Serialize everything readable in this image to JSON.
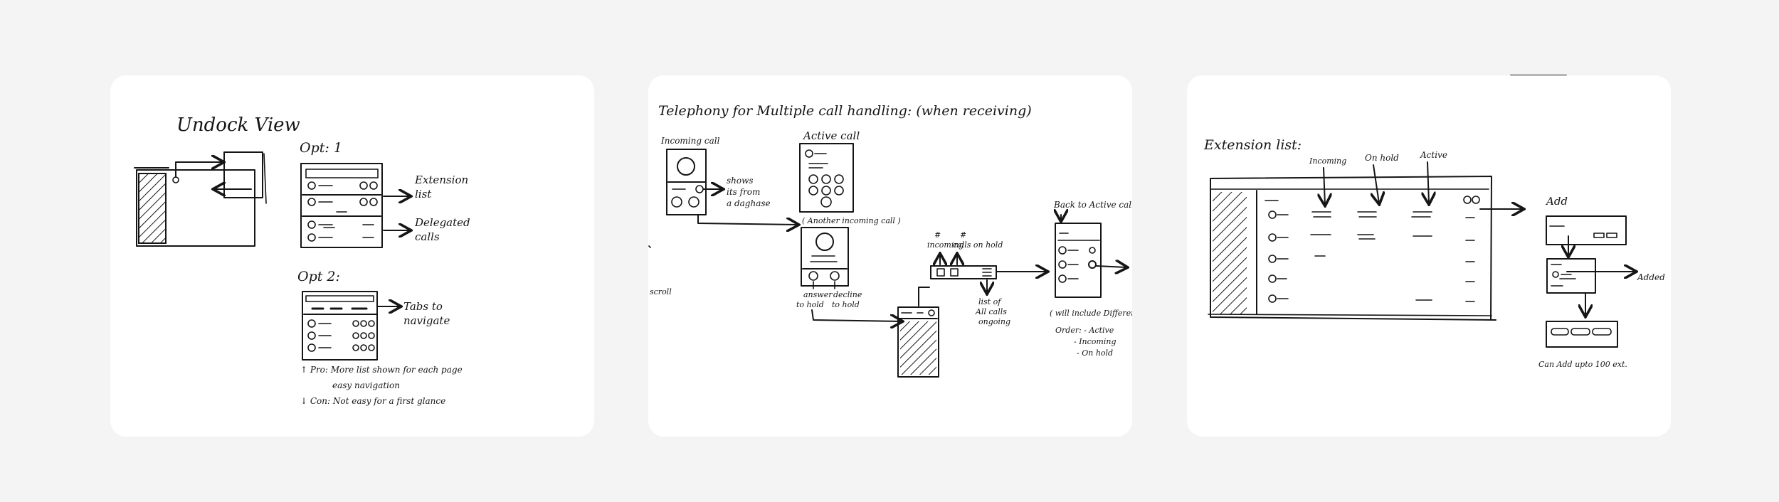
{
  "boards": [
    {
      "title": "Undock View",
      "opt1": {
        "heading": "Opt: 1",
        "label_extension": [
          "Extension",
          "list"
        ],
        "label_delegated": [
          "Delegated",
          "calls"
        ]
      },
      "opt2": {
        "heading": "Opt 2:",
        "label_tabs": [
          "Tabs to",
          "navigate"
        ],
        "pro": [
          "↑ Pro: More list shown for each page",
          "easy navigation"
        ],
        "con": "↓ Con: Not easy for a first glance"
      }
    },
    {
      "title": "Telephony for Multiple call handling: (when receiving)",
      "incoming_call": "Incoming call",
      "shows_from": [
        "shows",
        "its from",
        "a daghase"
      ],
      "active_call": "Active call",
      "another_incoming": "( Another incoming call )",
      "answer_hold": [
        "answer",
        "to hold"
      ],
      "decline_hold": [
        "decline",
        "to hold"
      ],
      "num_incoming": [
        "#",
        "incoming"
      ],
      "num_onhold": [
        "#",
        "calls on hold"
      ],
      "list_of_calls": [
        "list of",
        "All calls",
        "ongoing"
      ],
      "scroll": "scroll",
      "back_to_active": "Back to Active call",
      "will_include": "( will include Different",
      "order": [
        "Order: - Active",
        "- Incoming",
        "- On hold"
      ]
    },
    {
      "title": "Extension list:",
      "col_incoming": "Incoming",
      "col_onhold": "On hold",
      "col_active": "Active",
      "add": "Add",
      "added": "Added",
      "can_add": "Can Add upto 100 ext."
    }
  ],
  "ink_color": "#151515",
  "page_background": "#f4f4f4",
  "board_background": "#ffffff"
}
